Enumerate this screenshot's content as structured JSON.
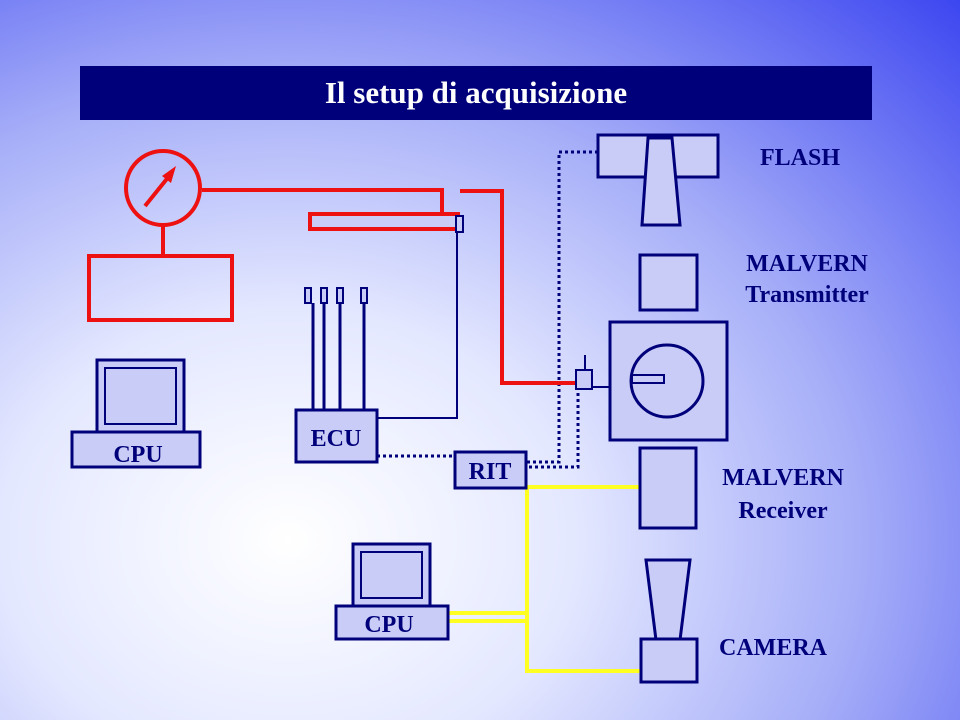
{
  "title": "Il setup di acquisizione",
  "labels": {
    "flash": "FLASH",
    "malvern_tx_1": "MALVERN",
    "malvern_tx_2": "Transmitter",
    "malvern_rx_1": "MALVERN",
    "malvern_rx_2": "Receiver",
    "camera": "CAMERA",
    "cpu_top": "CPU",
    "ecu": "ECU",
    "rit": "RIT",
    "cpu_bottom": "CPU"
  },
  "colors": {
    "title_bg": "#00007a",
    "line": "#00007a",
    "pressure": "#ee1111",
    "video": "#ffff22",
    "box_fill": "#c9ccf6"
  }
}
